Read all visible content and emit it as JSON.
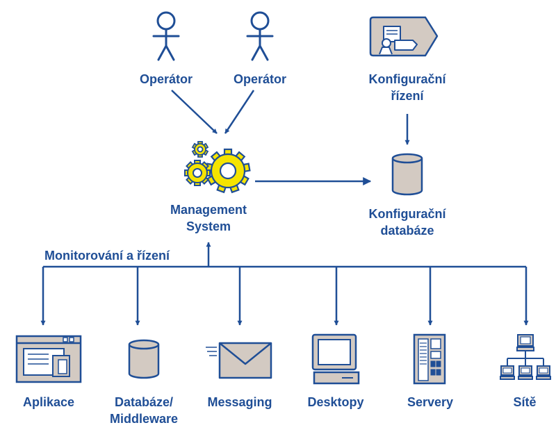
{
  "colors": {
    "blue": "#1f4e96",
    "gray": "#d3cac2",
    "yellow": "#f5e400",
    "white": "#ffffff"
  },
  "actors": [
    {
      "label": "Operátor",
      "icon": "person-icon"
    },
    {
      "label": "Operátor",
      "icon": "person-icon"
    }
  ],
  "config_management": {
    "line1": "Konfigurační",
    "line2": "řízení",
    "icon": "configuration-tag-icon"
  },
  "management_system": {
    "line1": "Management",
    "line2": "System",
    "icon": "gears-icon"
  },
  "config_database": {
    "line1": "Konfigurační",
    "line2": "databáze",
    "icon": "database-icon"
  },
  "bus_label": "Monitorování a řízení",
  "resources": [
    {
      "line1": "Aplikace",
      "line2": "",
      "icon": "application-window-icon"
    },
    {
      "line1": "Databáze/",
      "line2": "Middleware",
      "icon": "database-icon"
    },
    {
      "line1": "Messaging",
      "line2": "",
      "icon": "envelope-icon"
    },
    {
      "line1": "Desktopy",
      "line2": "",
      "icon": "desktop-computer-icon"
    },
    {
      "line1": "Servery",
      "line2": "",
      "icon": "server-tower-icon"
    },
    {
      "line1": "Sítě",
      "line2": "",
      "icon": "network-icon"
    }
  ]
}
